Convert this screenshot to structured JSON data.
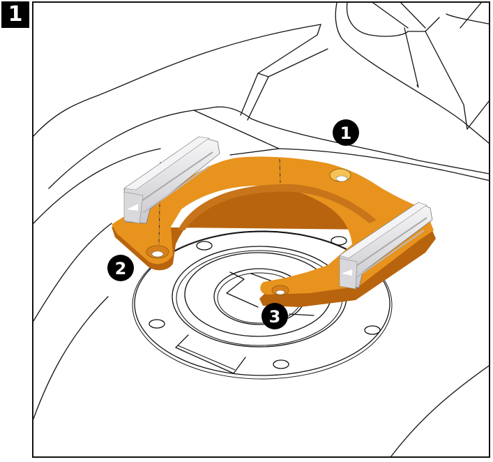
{
  "step": {
    "number": "1"
  },
  "callouts": [
    {
      "label": "1",
      "target": "fuel tank surface"
    },
    {
      "label": "2",
      "target": "bracket left mounting hole"
    },
    {
      "label": "3",
      "target": "bracket right mounting hole"
    }
  ],
  "colors": {
    "bracket": "#E8931E",
    "bracket_shadow": "#B8640E",
    "rail": "#D6D6DA",
    "rail_light": "#F2F2F4",
    "line": "#111111",
    "badge_bg": "#000000",
    "badge_text": "#FFFFFF"
  }
}
